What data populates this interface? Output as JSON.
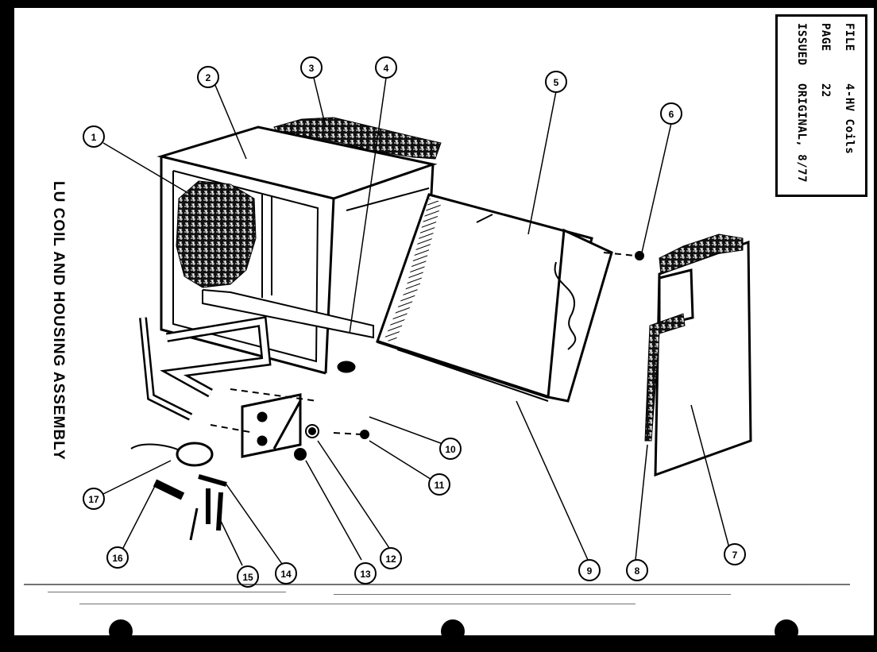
{
  "title": "LU COIL AND HOUSING ASSEMBLY",
  "info": {
    "file_label": "FILE",
    "file_value": "4-HV Coils",
    "page_label": "PAGE",
    "page_value": "22",
    "issued_label": "ISSUED",
    "issued_value": "ORIGINAL, 8/77"
  },
  "callouts": [
    "1",
    "2",
    "3",
    "4",
    "5",
    "6",
    "7",
    "8",
    "9",
    "10",
    "11",
    "12",
    "13",
    "14",
    "15",
    "16",
    "17"
  ]
}
